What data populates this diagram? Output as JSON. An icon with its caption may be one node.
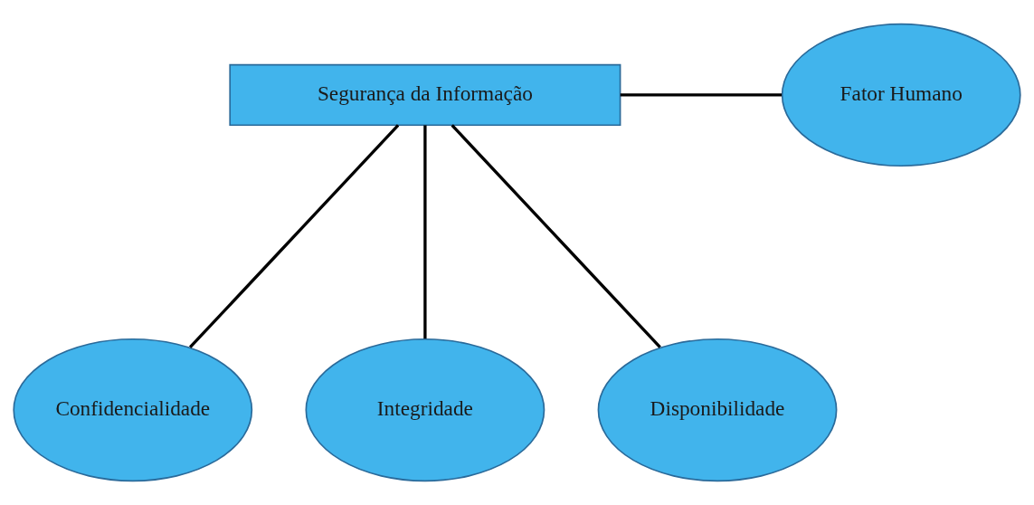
{
  "diagram": {
    "nodes": [
      {
        "text": [
          "Segurança da Informação"
        ]
      },
      {
        "text": [
          "Fator Humano"
        ]
      },
      {
        "text": [
          "Confidencialidade"
        ]
      },
      {
        "text": [
          "Integridade"
        ]
      },
      {
        "text": [
          "Disponibilidade"
        ]
      }
    ],
    "edges": [
      {
        "from": 0,
        "to": 1,
        "arrow": "none"
      },
      {
        "from": 0,
        "to": 2,
        "arrow": "none"
      },
      {
        "from": 0,
        "to": 3,
        "arrow": "none"
      },
      {
        "from": 0,
        "to": 4,
        "arrow": "none"
      }
    ]
  }
}
